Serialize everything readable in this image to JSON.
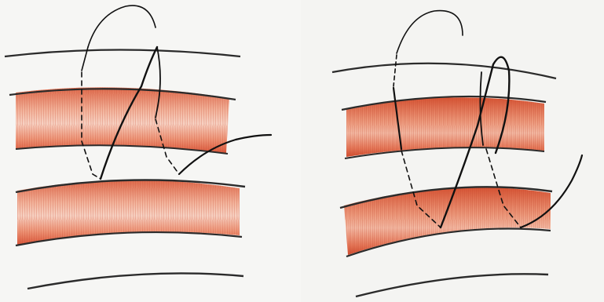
{
  "figure": {
    "panels": [
      {
        "id": "left",
        "depiction": "suture-loops-through-two-muscle-layers"
      },
      {
        "id": "right",
        "depiction": "suture-loops-through-two-muscle-layers-variant"
      }
    ],
    "colors": {
      "background": "#f4f4f2",
      "pencil_line": "#2b2b2b",
      "muscle_dark": "#d8553a",
      "muscle_mid": "#e98563",
      "muscle_light": "#f6c6b2",
      "suture": "#111111"
    },
    "icons": [
      "suture-thread",
      "muscle-band",
      "tissue-outline-line"
    ]
  }
}
